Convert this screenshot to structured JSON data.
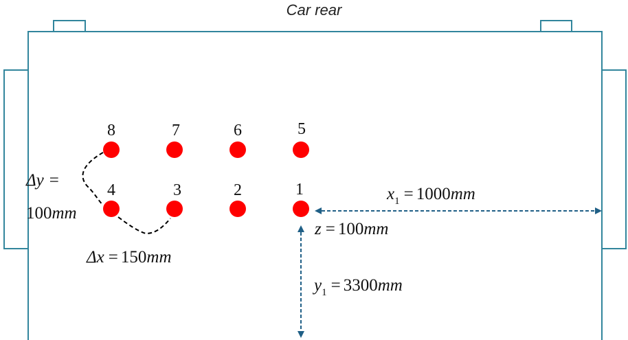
{
  "title": "Car rear",
  "colors": {
    "car_outline": "#31859c",
    "point": "#ff0000",
    "dimension_arrow": "#1f5f86",
    "bracket": "#000000"
  },
  "points": [
    {
      "label": "8"
    },
    {
      "label": "7"
    },
    {
      "label": "6"
    },
    {
      "label": "5"
    },
    {
      "label": "4"
    },
    {
      "label": "3"
    },
    {
      "label": "2"
    },
    {
      "label": "1"
    }
  ],
  "annotations": {
    "dy": {
      "symbol": "Δy",
      "equals": "=",
      "value": "100",
      "unit": "mm"
    },
    "dx": {
      "symbol": "Δx",
      "equals": "=",
      "value": "150",
      "unit": "mm"
    },
    "x1": {
      "var": "x",
      "sub": "1",
      "equals": "=",
      "value": "1000",
      "unit": "mm"
    },
    "z": {
      "var": "z",
      "equals": "=",
      "value": "100",
      "unit": "mm"
    },
    "y1": {
      "var": "y",
      "sub": "1",
      "equals": "=",
      "value": "3300",
      "unit": "mm"
    }
  }
}
